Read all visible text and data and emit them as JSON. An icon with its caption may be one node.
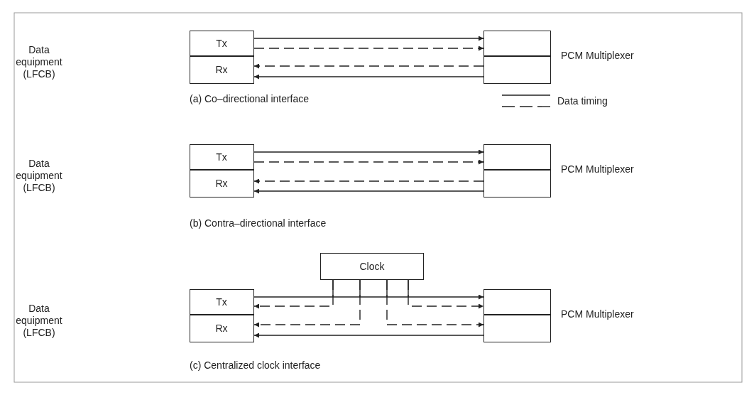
{
  "diagram": {
    "nodes": [
      {
        "text": [],
        "shape": "box"
      },
      {
        "text": [
          "Tx"
        ],
        "in": 0
      },
      {
        "text": [
          "Rx"
        ],
        "in": 0
      },
      {
        "text": [],
        "shape": "box",
        "beside": [
          "PCM Multiplexer"
        ]
      },
      {
        "text": [],
        "shape": "box",
        "in": 3
      },
      {
        "text": [],
        "shape": "box",
        "in": 3
      },
      {
        "text": [],
        "shape": "box"
      },
      {
        "text": [
          "Tx"
        ],
        "in": 6
      },
      {
        "text": [
          "Rx"
        ],
        "in": 6
      },
      {
        "text": [],
        "shape": "box",
        "beside": [
          "PCM Multiplexer"
        ]
      },
      {
        "text": [],
        "shape": "box",
        "in": 9
      },
      {
        "text": [],
        "shape": "box",
        "in": 9
      },
      {
        "text": [
          "Clock"
        ]
      },
      {
        "text": [],
        "shape": "box"
      },
      {
        "text": [
          "Tx"
        ],
        "in": 13
      },
      {
        "text": [
          "Rx"
        ],
        "in": 13
      },
      {
        "text": [],
        "shape": "box",
        "beside": [
          "PCM Multiplexer"
        ]
      },
      {
        "text": [],
        "shape": "box",
        "in": 16
      },
      {
        "text": [],
        "shape": "box",
        "in": 16
      }
    ],
    "edges": [
      {
        "from": 1,
        "to": 4,
        "arrow": "to"
      },
      {
        "from": 1,
        "to": 4,
        "arrow": "to",
        "style": "dashed"
      },
      {
        "from": 5,
        "to": 2,
        "arrow": "to",
        "style": "dashed"
      },
      {
        "from": 5,
        "to": 2,
        "arrow": "to"
      },
      {
        "from": 7,
        "to": 10,
        "arrow": "to"
      },
      {
        "from": 7,
        "to": 10,
        "arrow": "to",
        "style": "dashed"
      },
      {
        "from": 11,
        "to": 8,
        "arrow": "to",
        "style": "dashed"
      },
      {
        "from": 11,
        "to": 8,
        "arrow": "to"
      },
      {
        "from": 14,
        "to": 17,
        "arrow": "to"
      },
      {
        "from": 12,
        "to": 14,
        "arrow": "to",
        "style": "dashed"
      },
      {
        "from": 12,
        "to": 17,
        "arrow": "to",
        "style": "dashed"
      },
      {
        "from": 12,
        "to": 15,
        "arrow": "to",
        "style": "dashed"
      },
      {
        "from": 12,
        "to": 18,
        "arrow": "to",
        "style": "dashed"
      },
      {
        "from": 18,
        "to": 15,
        "arrow": "to"
      }
    ],
    "labels": [
      "Data equipment (LFCB)",
      "(a) Co–directional interface",
      "Data equipment (LFCB)",
      "(b) Contra–directional interface",
      "Data equipment (LFCB)",
      "(c) Centralized clock interface"
    ],
    "legend": [
      {
        "text": "Data timing"
      }
    ]
  }
}
